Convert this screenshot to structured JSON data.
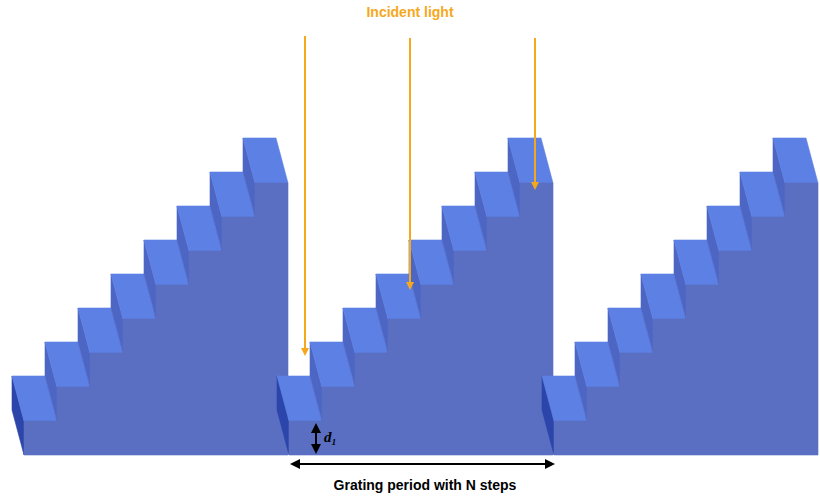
{
  "diagram": {
    "labels": [
      "Incident light",
      "d₁",
      "Grating period with N steps"
    ]
  }
}
